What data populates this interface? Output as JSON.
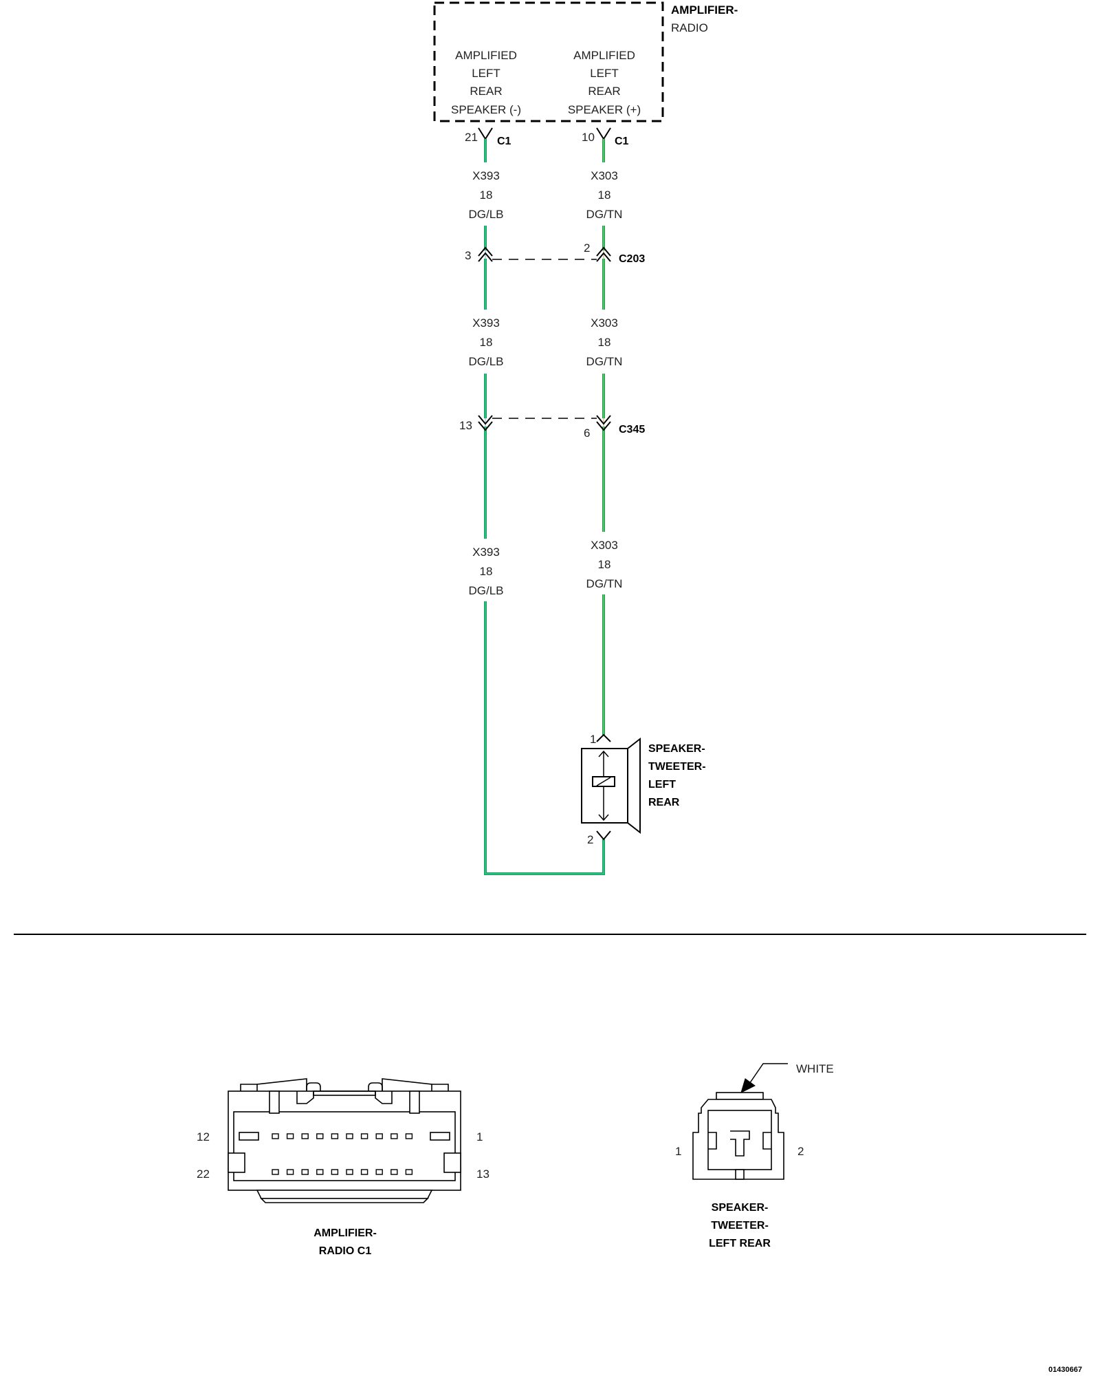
{
  "module": {
    "name_line1": "AMPLIFIER-",
    "name_line2": "RADIO",
    "pin_neg": [
      "AMPLIFIED",
      "LEFT",
      "REAR",
      "SPEAKER (-)"
    ],
    "pin_pos": [
      "AMPLIFIED",
      "LEFT",
      "REAR",
      "SPEAKER (+)"
    ]
  },
  "circuit_neg": {
    "pin": "21",
    "connector": "C1",
    "id": "X393",
    "gauge": "18",
    "color": "DG/LB"
  },
  "circuit_pos": {
    "pin": "10",
    "connector": "C1",
    "id": "X303",
    "gauge": "18",
    "color": "DG/TN"
  },
  "c203": {
    "name": "C203",
    "pin_neg": "3",
    "pin_pos": "2"
  },
  "c345": {
    "name": "C345",
    "pin_neg": "13",
    "pin_pos": "6"
  },
  "speaker": {
    "lines": [
      "SPEAKER-",
      "TWEETER-",
      "LEFT",
      "REAR"
    ],
    "pin_top": "1",
    "pin_bottom": "2"
  },
  "views": {
    "amp_connector": {
      "line1": "AMPLIFIER-",
      "line2": "RADIO C1",
      "pin_tl": "12",
      "pin_tr": "1",
      "pin_bl": "22",
      "pin_br": "13"
    },
    "speaker_connector": {
      "line1": "SPEAKER-",
      "line2": "TWEETER-",
      "line3": "LEFT REAR",
      "pin_l": "1",
      "pin_r": "2",
      "color_note": "WHITE"
    }
  },
  "figure_id": "01430667",
  "colors": {
    "wire_green": "#00b050",
    "wire_tan": "#c8b070",
    "wire_lightblue": "#7fb0d0"
  }
}
